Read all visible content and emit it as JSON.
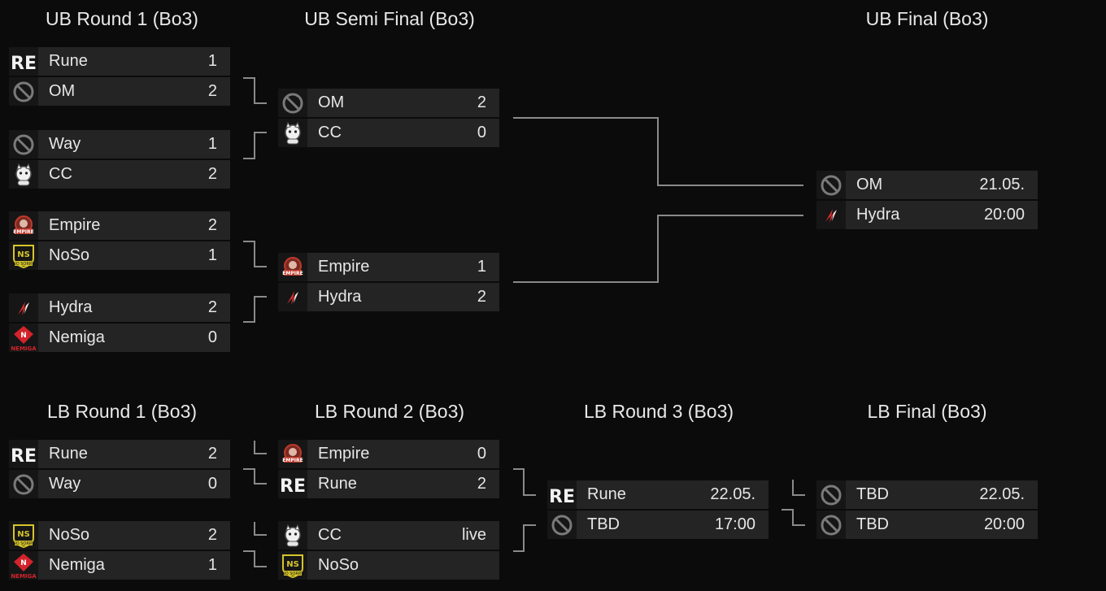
{
  "rounds": {
    "ub_r1": "UB Round 1 (Bo3)",
    "ub_semi": "UB Semi Final (Bo3)",
    "ub_final": "UB Final (Bo3)",
    "lb_r1": "LB Round 1 (Bo3)",
    "lb_r2": "LB Round 2 (Bo3)",
    "lb_r3": "LB Round 3 (Bo3)",
    "lb_final": "LB Final (Bo3)"
  },
  "matches": {
    "ub_r1_m1": [
      {
        "team": "Rune",
        "score": "1",
        "logo": "rune-logo-icon"
      },
      {
        "team": "OM",
        "score": "2",
        "logo": "no-logo-icon"
      }
    ],
    "ub_r1_m2": [
      {
        "team": "Way",
        "score": "1",
        "logo": "no-logo-icon"
      },
      {
        "team": "CC",
        "score": "2",
        "logo": "cc-logo-icon"
      }
    ],
    "ub_r1_m3": [
      {
        "team": "Empire",
        "score": "2",
        "logo": "empire-logo-icon"
      },
      {
        "team": "NoSo",
        "score": "1",
        "logo": "noso-logo-icon"
      }
    ],
    "ub_r1_m4": [
      {
        "team": "Hydra",
        "score": "2",
        "logo": "hydra-logo-icon"
      },
      {
        "team": "Nemiga",
        "score": "0",
        "logo": "nemiga-logo-icon"
      }
    ],
    "ub_semi_m1": [
      {
        "team": "OM",
        "score": "2",
        "logo": "no-logo-icon"
      },
      {
        "team": "CC",
        "score": "0",
        "logo": "cc-logo-icon"
      }
    ],
    "ub_semi_m2": [
      {
        "team": "Empire",
        "score": "1",
        "logo": "empire-logo-icon"
      },
      {
        "team": "Hydra",
        "score": "2",
        "logo": "hydra-logo-icon"
      }
    ],
    "ub_final_m1": [
      {
        "team": "OM",
        "score": "21.05.",
        "logo": "no-logo-icon"
      },
      {
        "team": "Hydra",
        "score": "20:00",
        "logo": "hydra-logo-icon"
      }
    ],
    "lb_r1_m1": [
      {
        "team": "Rune",
        "score": "2",
        "logo": "rune-logo-icon"
      },
      {
        "team": "Way",
        "score": "0",
        "logo": "no-logo-icon"
      }
    ],
    "lb_r1_m2": [
      {
        "team": "NoSo",
        "score": "2",
        "logo": "noso-logo-icon"
      },
      {
        "team": "Nemiga",
        "score": "1",
        "logo": "nemiga-logo-icon"
      }
    ],
    "lb_r2_m1": [
      {
        "team": "Empire",
        "score": "0",
        "logo": "empire-logo-icon"
      },
      {
        "team": "Rune",
        "score": "2",
        "logo": "rune-logo-icon"
      }
    ],
    "lb_r2_m2": [
      {
        "team": "CC",
        "score": "live",
        "logo": "cc-logo-icon"
      },
      {
        "team": "NoSo",
        "score": "",
        "logo": "noso-logo-icon"
      }
    ],
    "lb_r3_m1": [
      {
        "team": "Rune",
        "score": "22.05.",
        "logo": "rune-logo-icon"
      },
      {
        "team": "TBD",
        "score": "17:00",
        "logo": "no-logo-icon"
      }
    ],
    "lb_final_m1": [
      {
        "team": "TBD",
        "score": "22.05.",
        "logo": "no-logo-icon"
      },
      {
        "team": "TBD",
        "score": "20:00",
        "logo": "no-logo-icon"
      }
    ]
  },
  "colors": {
    "background": "#0b0b0b",
    "row": "#242424",
    "logo_bg": "#161616",
    "connector": "#8a8a8a",
    "empire_red": "#c0392b",
    "noso_yellow": "#d6c52b",
    "nemiga_red": "#d4232b",
    "hydra_red": "#d33"
  }
}
